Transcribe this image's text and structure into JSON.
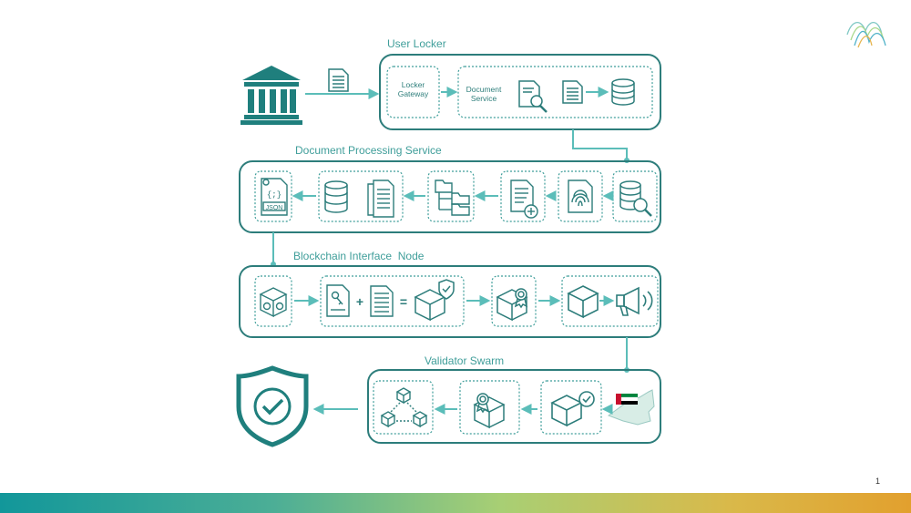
{
  "sections": {
    "user_locker": {
      "title": "User Locker",
      "locker_gateway": "Locker\nGateway",
      "document_service": "Document\nService"
    },
    "document_processing": {
      "title": "Document Processing Service"
    },
    "blockchain_interface": {
      "title": "Blockchain Interface  Node"
    },
    "validator_swarm": {
      "title": "Validator Swarm"
    }
  },
  "icons": [
    "bank-icon",
    "document-icon",
    "document-search-icon",
    "document-icon",
    "database-icon",
    "database-search-icon",
    "fingerprint-document-icon",
    "document-add-icon",
    "folder-tree-icon",
    "documents-icon",
    "database-icon",
    "json-file-icon",
    "blockchain-box-icon",
    "key-document-icon",
    "document-icon",
    "verified-box-icon",
    "certified-box-icon",
    "box-icon",
    "megaphone-icon",
    "uae-map-flag-icon",
    "box-check-icon",
    "certified-box-icon",
    "network-boxes-icon",
    "shield-check-icon"
  ],
  "json_label": "JSON",
  "page_number": "1",
  "colors": {
    "accent": "#3f9e9a",
    "stroke": "#2d7d7b",
    "arrow": "#5bbdb9"
  }
}
